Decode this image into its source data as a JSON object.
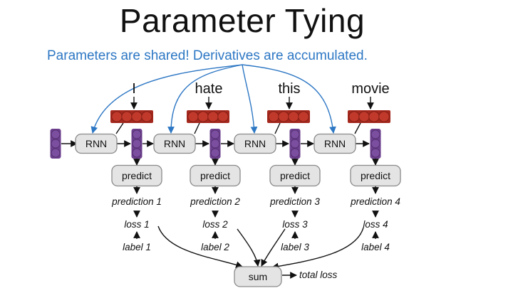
{
  "title": "Parameter Tying",
  "subtitle": "Parameters are shared! Derivatives are accumulated.",
  "words": [
    "I",
    "hate",
    "this",
    "movie"
  ],
  "rnn_label": "RNN",
  "predict_label": "predict",
  "predictions": [
    "prediction 1",
    "prediction 2",
    "prediction 3",
    "prediction 4"
  ],
  "losses": [
    "loss 1",
    "loss 2",
    "loss 3",
    "loss 4"
  ],
  "labels": [
    "label 1",
    "label 2",
    "label 3",
    "label 4"
  ],
  "sum_label": "sum",
  "total_loss_label": "total loss",
  "colors": {
    "accent": "#2d77c4",
    "embedding": "#c0392b",
    "hidden_state": "#7b4ea0",
    "box_fill": "#e4e4e4",
    "box_stroke": "#8a8a8a"
  }
}
